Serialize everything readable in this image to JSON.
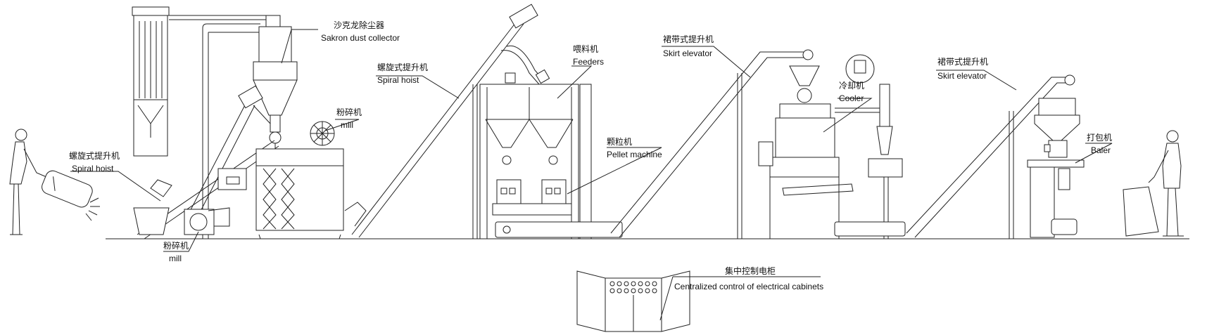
{
  "labels": {
    "dust_collector": {
      "zh": "沙克龙除尘器",
      "en": "Sakron dust collector"
    },
    "spiral_hoist_left": {
      "zh": "螺旋式提升机",
      "en": "Spiral hoist"
    },
    "mill_upper": {
      "zh": "粉碎机",
      "en": "mill"
    },
    "mill_lower": {
      "zh": "粉碎机",
      "en": "mill"
    },
    "spiral_hoist_mid": {
      "zh": "螺旋式提升机",
      "en": "Spiral hoist"
    },
    "feeders": {
      "zh": "喂料机",
      "en": "Feeders"
    },
    "pellet_machine": {
      "zh": "颗粒机",
      "en": "Pellet machine"
    },
    "skirt_elevator_1": {
      "zh": "裙带式提升机",
      "en": "Skirt elevator"
    },
    "cooler": {
      "zh": "冷却机",
      "en": "Cooler"
    },
    "skirt_elevator_2": {
      "zh": "裙带式提升机",
      "en": "Skirt elevator"
    },
    "baler": {
      "zh": "打包机",
      "en": "Baler"
    },
    "control_cabinet": {
      "zh": "集中控制电柜",
      "en": "Centralized control of electrical cabinets"
    }
  }
}
